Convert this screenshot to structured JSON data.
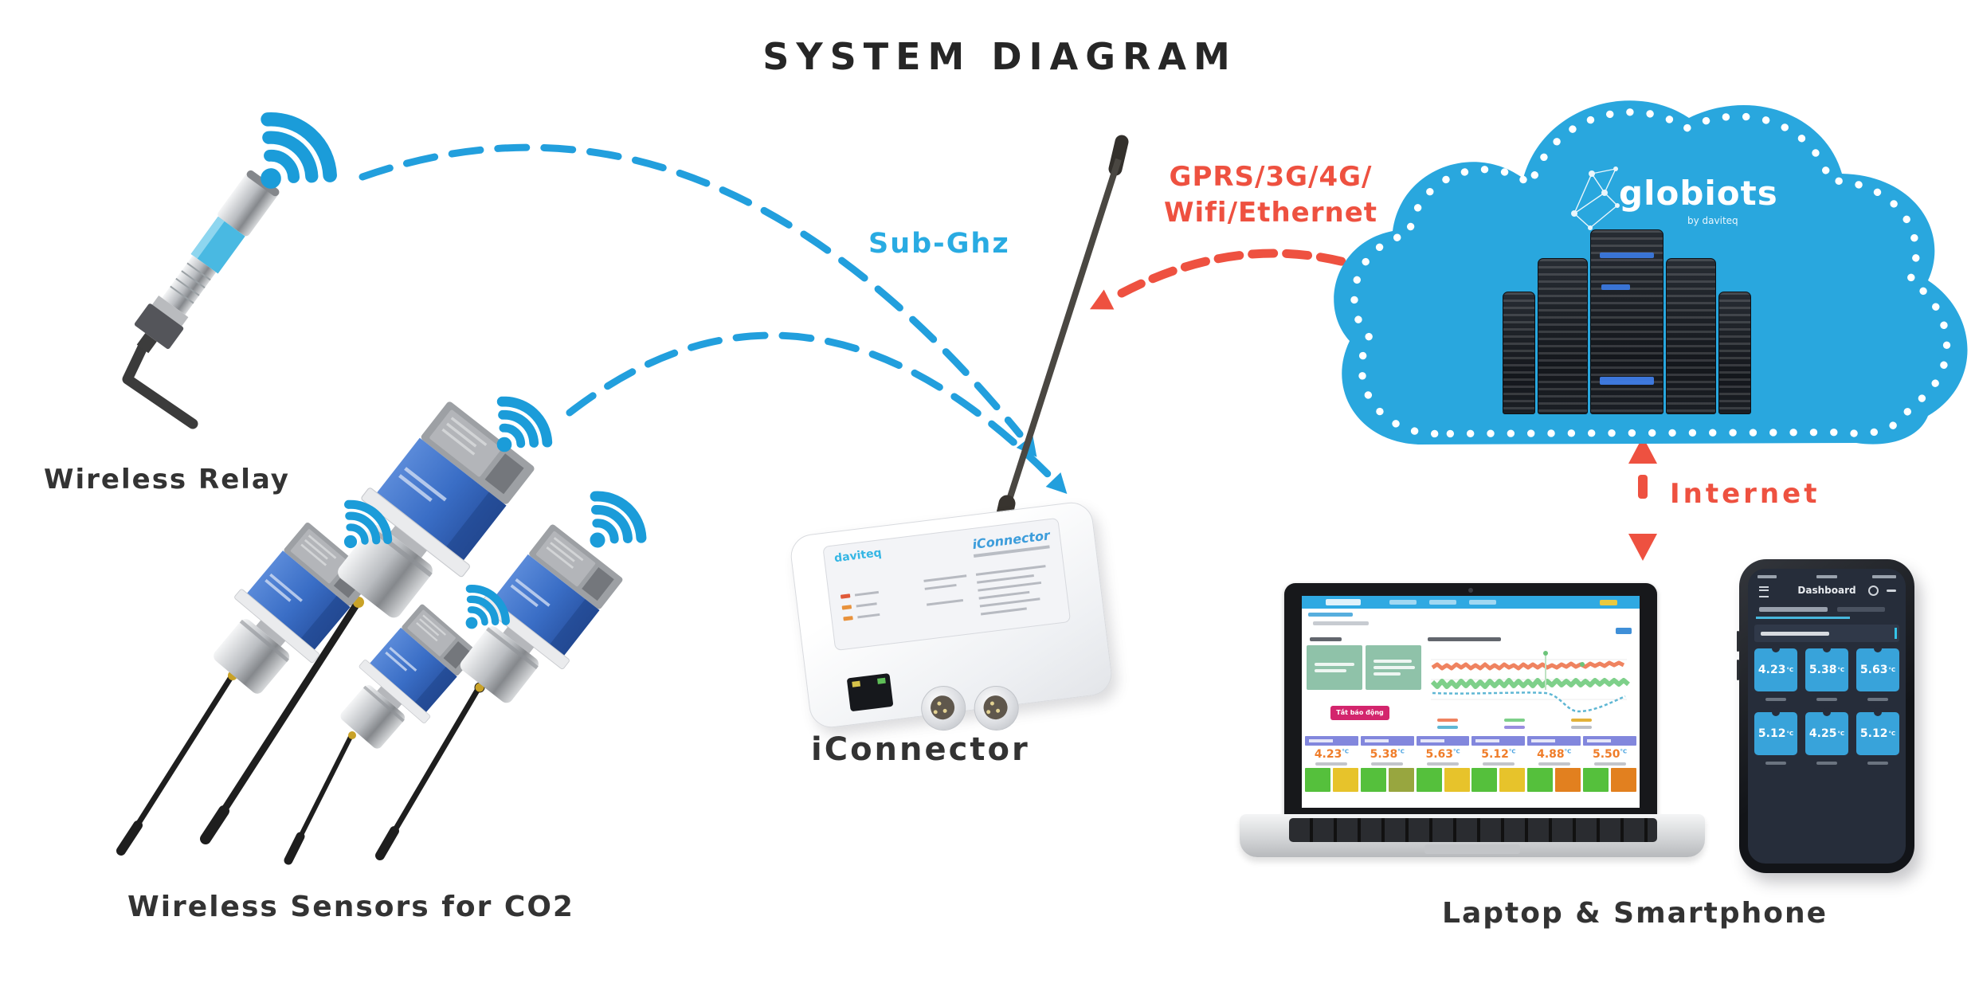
{
  "title": "SYSTEM DIAGRAM",
  "nodes": {
    "wireless_relay": {
      "label": "Wireless Relay"
    },
    "wireless_sensors": {
      "label": "Wireless Sensors for CO2"
    },
    "iconnector": {
      "label": "iConnector",
      "device_label": "iConnector",
      "device_brand": "daviteq"
    },
    "cloud": {
      "logo": "globiots",
      "logo_sub": "by daviteq"
    },
    "endpoints": {
      "label": "Laptop & Smartphone"
    }
  },
  "connections": {
    "sub_ghz": {
      "label": "Sub-Ghz"
    },
    "wan": {
      "label_line1": "GPRS/3G/4G/",
      "label_line2": "Wifi/Ethernet"
    },
    "internet": {
      "label": "Internet"
    }
  },
  "laptop_screen": {
    "values": [
      "4.23",
      "5.38",
      "5.63",
      "5.12",
      "4.88",
      "5.50"
    ],
    "unit": "°C",
    "alarm_button": "Tắt báo động",
    "tile_colors": [
      [
        "#55c03c",
        "#e7c32b"
      ],
      [
        "#55c03c",
        "#98a63f"
      ],
      [
        "#55c03c",
        "#e7c32b"
      ],
      [
        "#55c03c",
        "#e7c32b"
      ],
      [
        "#55c03c",
        "#e2801f"
      ],
      [
        "#55c03c",
        "#e2801f"
      ]
    ]
  },
  "phone_screen": {
    "title": "Dashboard",
    "values": [
      "4.23",
      "5.38",
      "5.63",
      "5.12",
      "4.25",
      "5.12"
    ],
    "unit": "°C"
  },
  "colors": {
    "accent_blue": "#1b9cd9",
    "accent_red": "#ee5140",
    "cloud_blue": "#29a7de",
    "sensor_blue": "#3a72c8"
  }
}
